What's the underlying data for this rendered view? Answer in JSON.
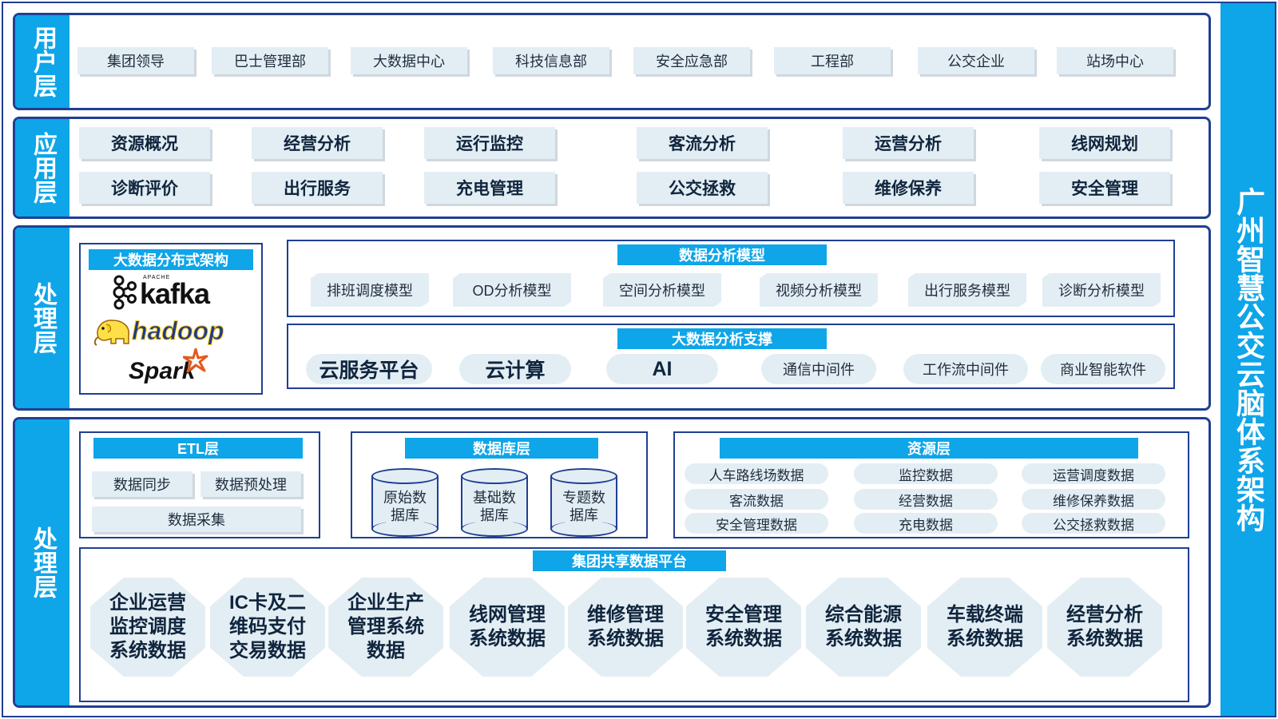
{
  "title": "广州智慧公交云脑体系架构",
  "colors": {
    "accent": "#0ea5e9",
    "border": "#1f3f93",
    "chip": "#e3eef4"
  },
  "user_layer": {
    "label": "用户层",
    "items": [
      "集团领导",
      "巴士管理部",
      "大数据中心",
      "科技信息部",
      "安全应急部",
      "工程部",
      "公交企业",
      "站场中心"
    ]
  },
  "app_layer": {
    "label": "应用层",
    "row1": [
      "资源概况",
      "经营分析",
      "运行监控",
      "客流分析",
      "运营分析",
      "线网规划"
    ],
    "row2": [
      "诊断评价",
      "出行服务",
      "充电管理",
      "公交拯救",
      "维修保养",
      "安全管理"
    ]
  },
  "process_layer": {
    "label": "处理层",
    "bigdata_arch": {
      "title": "大数据分布式架构",
      "logos": {
        "apache": "APACHE",
        "kafka": "kafka",
        "hadoop": "hadoop",
        "spark": "Spark"
      }
    },
    "models": {
      "title": "数据分析模型",
      "items": [
        "排班调度模型",
        "OD分析模型",
        "空间分析模型",
        "视频分析模型",
        "出行服务模型",
        "诊断分析模型"
      ]
    },
    "support": {
      "title": "大数据分析支撑",
      "items": [
        "云服务平台",
        "云计算",
        "AI",
        "通信中间件",
        "工作流中间件",
        "商业智能软件"
      ]
    }
  },
  "data_layer": {
    "label": "处理层",
    "etl": {
      "title": "ETL层",
      "items": [
        "数据同步",
        "数据预处理",
        "数据采集"
      ]
    },
    "database": {
      "title": "数据库层",
      "items": [
        "原始数\n据库",
        "基础数\n据库",
        "专题数\n据库"
      ]
    },
    "resource": {
      "title": "资源层",
      "items": [
        "人车路线场数据",
        "监控数据",
        "运营调度数据",
        "客流数据",
        "经营数据",
        "维修保养数据",
        "安全管理数据",
        "充电数据",
        "公交拯救数据"
      ]
    },
    "platform": {
      "title": "集团共享数据平台",
      "items": [
        "企业运营\n监控调度\n系统数据",
        "IC卡及二\n维码支付\n交易数据",
        "企业生产\n管理系统\n数据",
        "线网管理\n系统数据",
        "维修管理\n系统数据",
        "安全管理\n系统数据",
        "综合能源\n系统数据",
        "车载终端\n系统数据",
        "经营分析\n系统数据"
      ]
    }
  }
}
